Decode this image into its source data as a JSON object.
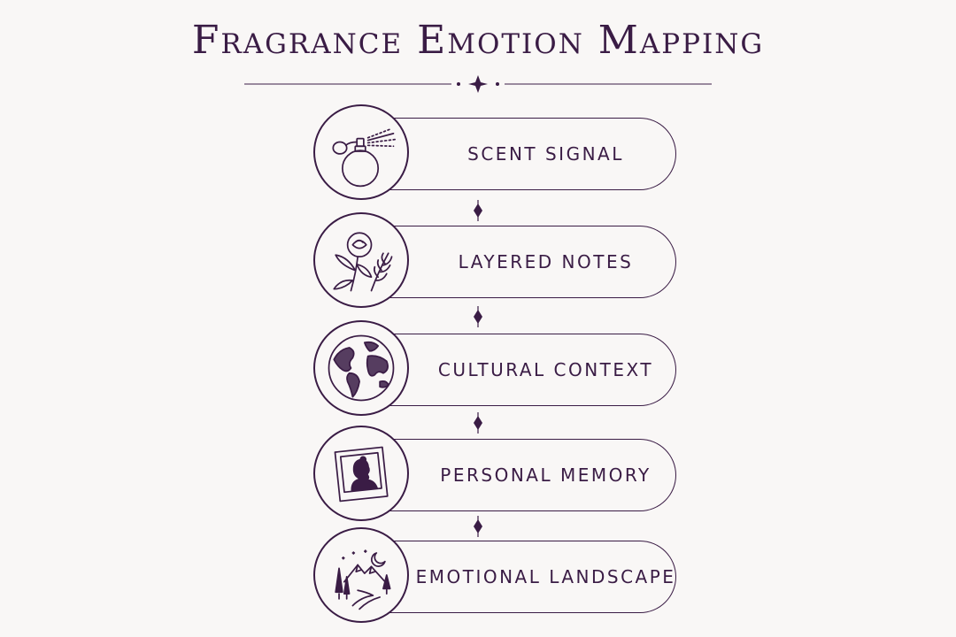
{
  "title": "Fragrance Emotion Mapping",
  "colors": {
    "ink": "#3a1c45",
    "background": "#f9f7f6"
  },
  "steps": [
    {
      "label": "SCENT SIGNAL",
      "icon": "perfume-bottle-icon"
    },
    {
      "label": "LAYERED NOTES",
      "icon": "rose-sprig-icon"
    },
    {
      "label": "CULTURAL CONTEXT",
      "icon": "globe-icon"
    },
    {
      "label": "PERSONAL MEMORY",
      "icon": "portrait-photo-icon"
    },
    {
      "label": "EMOTIONAL LANDSCAPE",
      "icon": "mountain-landscape-icon"
    }
  ]
}
